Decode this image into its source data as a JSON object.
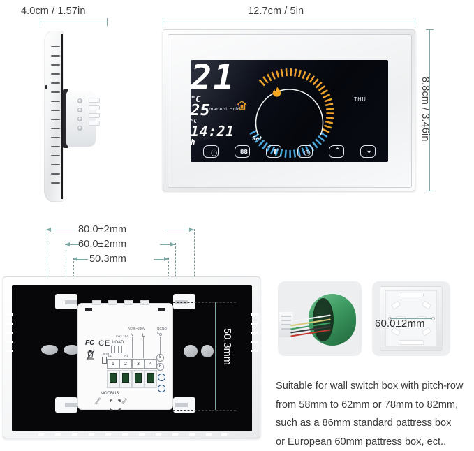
{
  "dimensions": {
    "side_width": "4.0cm / 1.57in",
    "front_width": "12.7cm / 5in",
    "front_height": "8.8cm / 3.46in",
    "plate_outer_width": "80.0±2mm",
    "plate_mid_width": "60.0±2mm",
    "plate_inner_width": "50.3mm",
    "plate_height": "50.3mm",
    "pattress_pitch": "60.0±2mm"
  },
  "display": {
    "mode_label": "Permanent Hold",
    "time": "14:21",
    "time_unit": "h",
    "current_temp": "21",
    "current_unit": "°C",
    "set_label": "Set",
    "set_temp": "25",
    "set_unit": "°C",
    "weekday": "THU",
    "flame_icon": "flame-icon",
    "house_icon": "house-icon",
    "arc_cold_color": "#4aa8e0",
    "arc_warm_color": "#f0a32a",
    "buttons": [
      {
        "name": "power-button",
        "glyph": "⏻"
      },
      {
        "name": "schedule-button",
        "glyph": "88"
      },
      {
        "name": "fahrenheit-button",
        "glyph": "F"
      },
      {
        "name": "clock-button",
        "glyph": "◷"
      },
      {
        "name": "temp-up-button",
        "glyph": "⌃"
      },
      {
        "name": "temp-down-button",
        "glyph": "⌄"
      }
    ]
  },
  "module_labels": {
    "fcc": "FC",
    "ce": "CE",
    "ip": "IP20",
    "voltage": "AC95~240V",
    "max_current": "max 16A",
    "load": "LOAD",
    "neutral": "N",
    "live": "L",
    "load_l1": "L1",
    "load_n1": "N1",
    "relay_nc": "NC",
    "relay_c": "C",
    "relay_no": "NO",
    "terminals": [
      "1",
      "2",
      "3",
      "4"
    ],
    "aux_terminals": [
      "5",
      "6"
    ],
    "modbus": "MODBUS",
    "modbus_a": "White",
    "modbus_b": "Red"
  },
  "note": {
    "lines": [
      "Suitable for wall switch box with pitch-row",
      "from 58mm to 62mm or 78mm to 82mm,",
      "such as a 86mm standard pattress box",
      "or European 60mm pattress box, ect.."
    ]
  },
  "colors": {
    "dimension_line": "#7fa9a5",
    "dimension_text": "#3d3d3d",
    "screen_bg": "#07070a",
    "wallbox_green": "#3f9c63"
  }
}
